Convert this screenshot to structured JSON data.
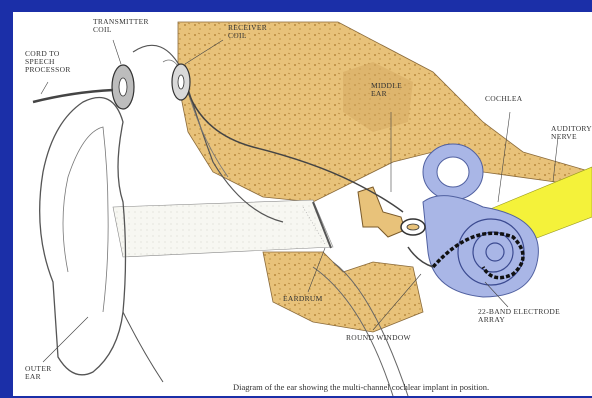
{
  "slide": {
    "background": "#1b2fa8"
  },
  "diagram": {
    "caption": "Diagram of the ear showing the multi-channel cochlear implant in position.",
    "labels": {
      "cord": "CORD TO\nSPEECH\nPROCESSOR",
      "transmitter": "TRANSMITTER\nCOIL",
      "receiver": "RECEIVER\nCOIL",
      "middle_ear": "MIDDLE\nEAR",
      "cochlea": "COCHLEA",
      "auditory_nerve": "AUDITORY\nNERVE",
      "eardrum": "EARDRUM",
      "round_window": "ROUND WINDOW",
      "electrode_array": "22-BAND ELECTRODE\nARRAY",
      "outer_ear": "OUTER\nEAR"
    },
    "colors": {
      "bone": "#e8c27a",
      "cochlea": "#a9b6e6",
      "nerve": "#f4f23a",
      "ink": "#3a3a3a"
    }
  }
}
